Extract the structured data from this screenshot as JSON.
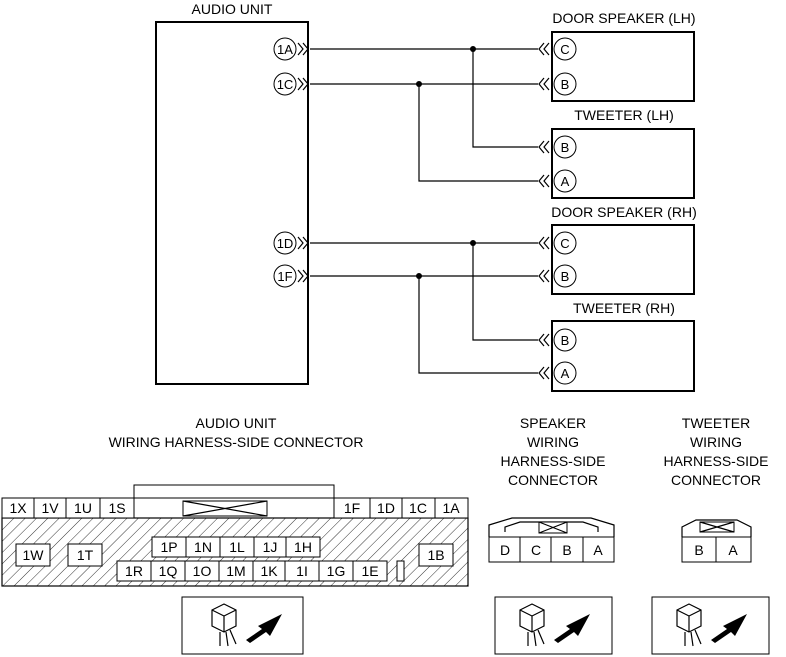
{
  "titles": {
    "audio_unit": "AUDIO UNIT",
    "door_speaker_lh": "DOOR SPEAKER (LH)",
    "tweeter_lh": "TWEETER (LH)",
    "door_speaker_rh": "DOOR SPEAKER (RH)",
    "tweeter_rh": "TWEETER (RH)"
  },
  "audio_pins": [
    "1A",
    "1C",
    "1D",
    "1F"
  ],
  "device_pins": {
    "door_lh": [
      "C",
      "B"
    ],
    "tweeter_lh": [
      "B",
      "A"
    ],
    "door_rh": [
      "C",
      "B"
    ],
    "tweeter_rh": [
      "B",
      "A"
    ]
  },
  "connector_titles": {
    "audio_line1": "AUDIO UNIT",
    "audio_line2": "WIRING HARNESS-SIDE CONNECTOR",
    "speaker": [
      "SPEAKER",
      "WIRING",
      "HARNESS-SIDE",
      "CONNECTOR"
    ],
    "tweeter": [
      "TWEETER",
      "WIRING",
      "HARNESS-SIDE",
      "CONNECTOR"
    ]
  },
  "audio_connector": {
    "top_left": [
      "1X",
      "1V",
      "1U",
      "1S"
    ],
    "top_right": [
      "1F",
      "1D",
      "1C",
      "1A"
    ],
    "mid": [
      "1P",
      "1N",
      "1L",
      "1J",
      "1H"
    ],
    "bottom": [
      "1R",
      "1Q",
      "1O",
      "1M",
      "1K",
      "1I",
      "1G",
      "1E"
    ],
    "side_left": [
      "1W",
      "1T"
    ],
    "side_right": "1B"
  },
  "speaker_connector": [
    "D",
    "C",
    "B",
    "A"
  ],
  "tweeter_connector": [
    "B",
    "A"
  ]
}
